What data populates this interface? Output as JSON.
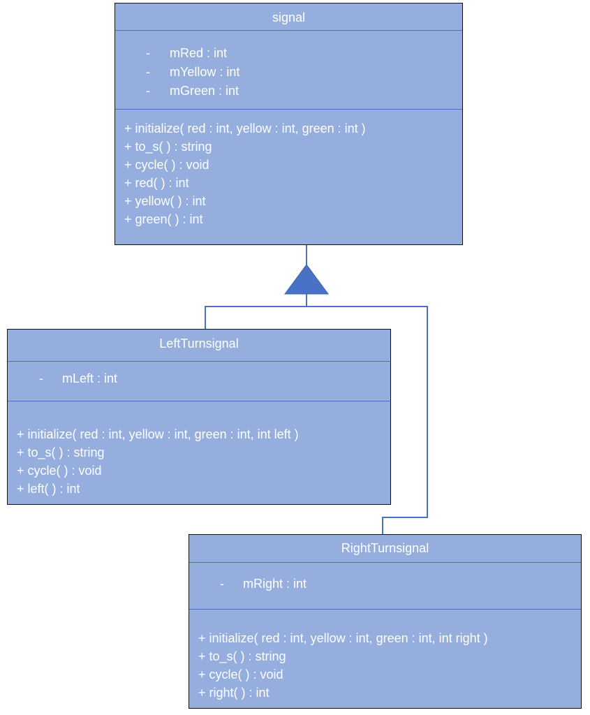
{
  "classes": {
    "signal": {
      "name": "signal",
      "attributes": [
        {
          "visibility": "-",
          "text": "mRed : int"
        },
        {
          "visibility": "-",
          "text": "mYellow : int"
        },
        {
          "visibility": "-",
          "text": "mGreen : int"
        }
      ],
      "methods": [
        "+ initialize( red : int, yellow : int, green : int )",
        "+ to_s( ) : string",
        "+ cycle( ) : void",
        "+ red( ) : int",
        "+ yellow( ) : int",
        "+ green( ) : int"
      ]
    },
    "left": {
      "name": "LeftTurnsignal",
      "attributes": [
        {
          "visibility": "-",
          "text": "mLeft : int"
        }
      ],
      "methods": [
        "+ initialize( red : int, yellow : int, green : int, int left )",
        "+ to_s( ) : string",
        "+ cycle( ) : void",
        "+ left( ) : int"
      ]
    },
    "right": {
      "name": "RightTurnsignal",
      "attributes": [
        {
          "visibility": "-",
          "text": "mRight : int"
        }
      ],
      "methods": [
        "+ initialize( red : int, yellow : int, green : int, int right )",
        "+ to_s( ) : string",
        "+ cycle( ) : void",
        "+ right( ) : int"
      ]
    }
  },
  "colors": {
    "box_fill": "#95aedd",
    "box_border": "#111111",
    "divider": "#4a72c4",
    "connector": "#4a72c4",
    "arrow_fill": "#4a72c4",
    "text": "#ffffff"
  }
}
